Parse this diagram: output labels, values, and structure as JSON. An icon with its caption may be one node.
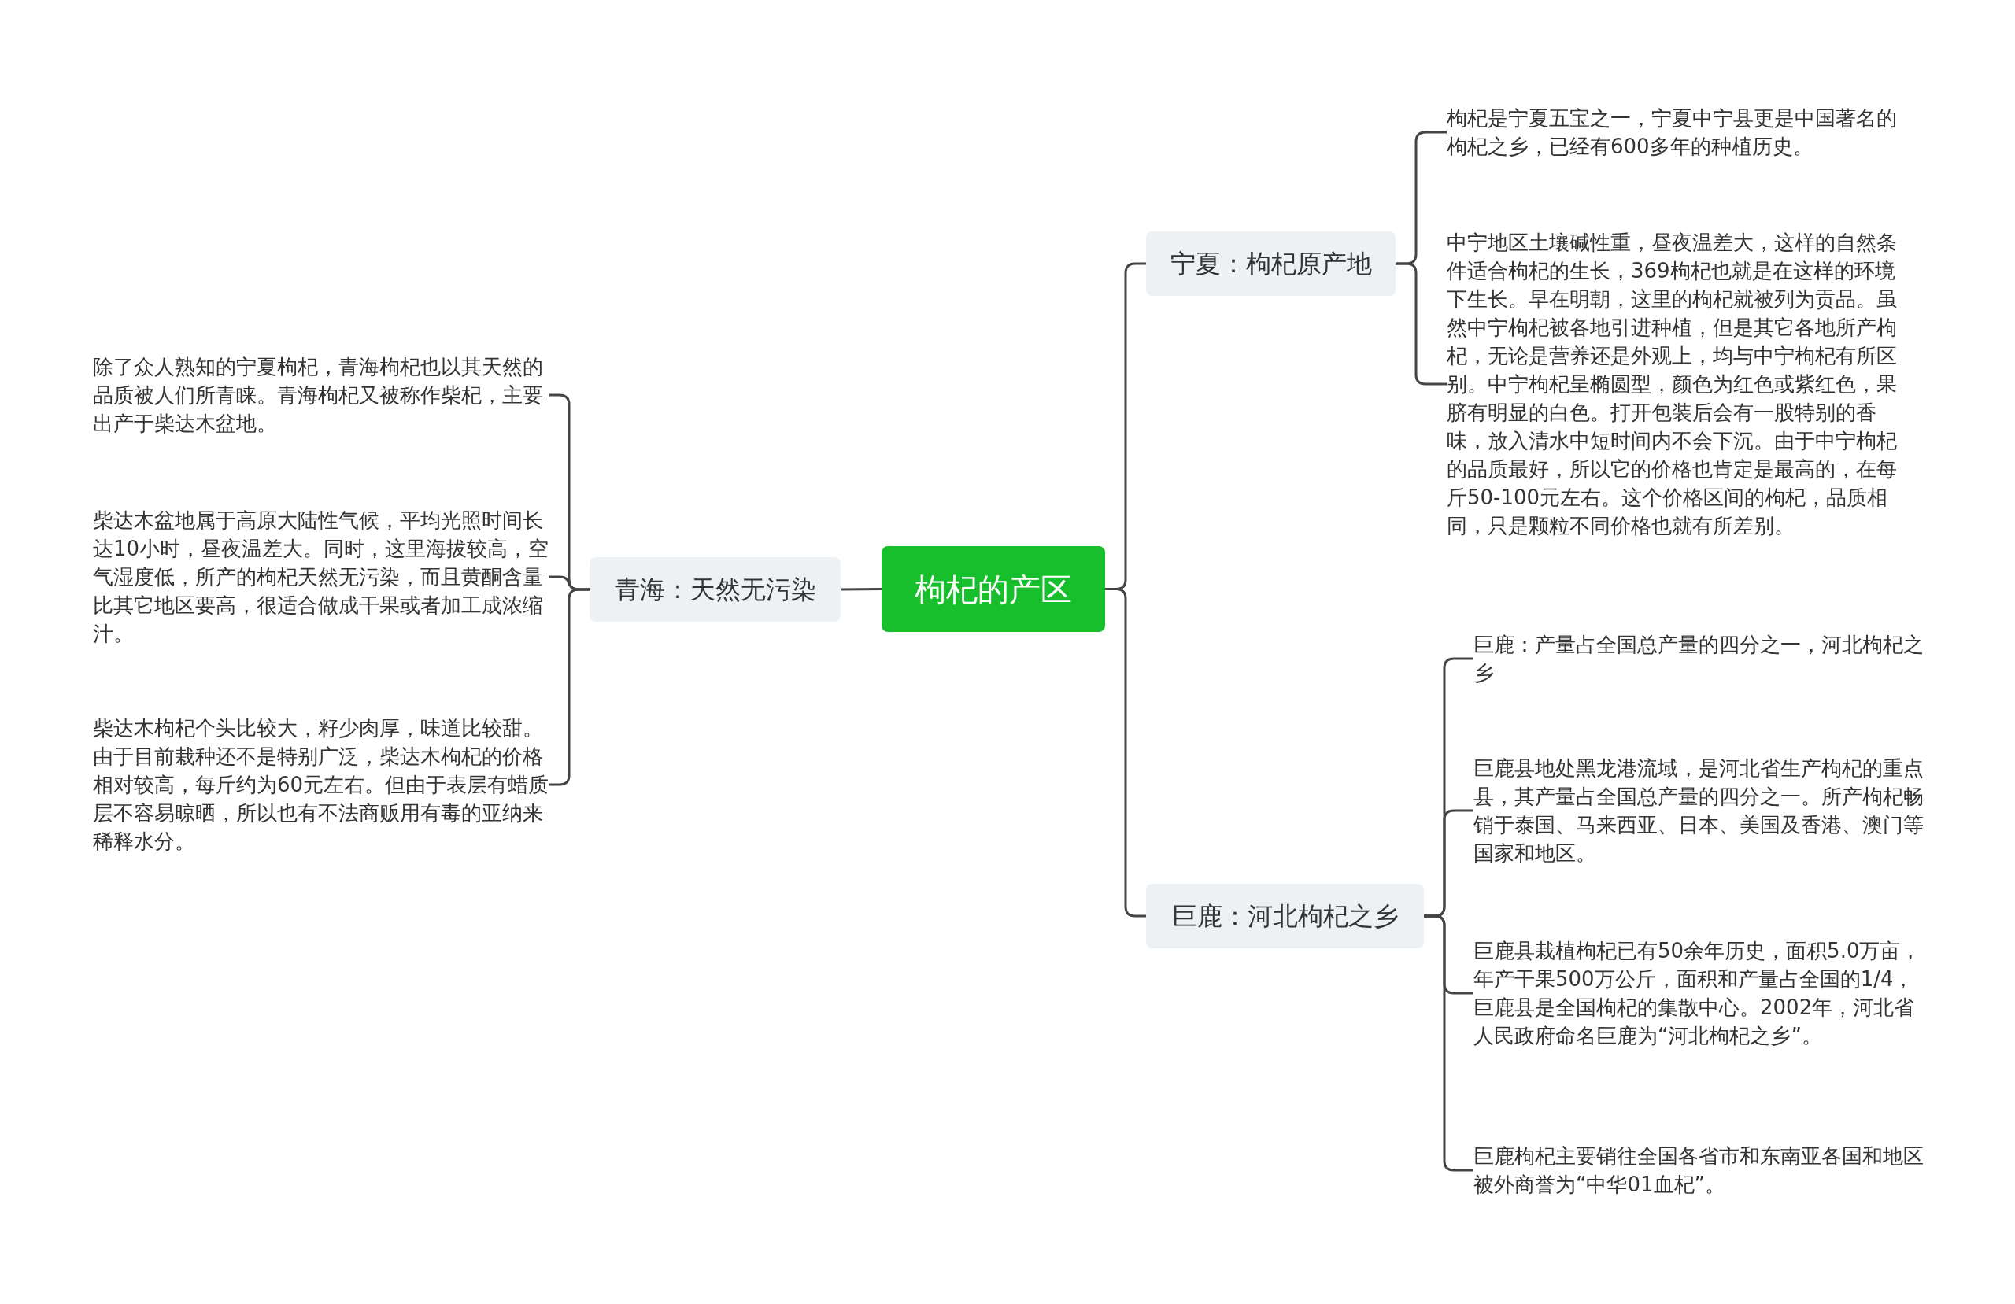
{
  "diagram": {
    "nodes": [
      {
        "text": [
          "枸杞的产区"
        ]
      },
      {
        "text": [
          "宁夏：枸杞原产地"
        ]
      },
      {
        "text": [
          "枸杞是宁夏五宝之一，宁夏中宁县更是中国著名的枸杞之乡，已经有600多年的种植历史。"
        ]
      },
      {
        "text": [
          "中宁地区土壤碱性重，昼夜温差大，这样的自然条件适合枸杞的生长，369枸杞也就是在这样的环境下生长。早在明朝，这里的枸杞就被列为贡品。虽然中宁枸杞被各地引进种植，但是其它各地所产枸杞，无论是营养还是外观上，均与中宁枸杞有所区别。中宁枸杞呈椭圆型，颜色为红色或紫红色，果脐有明显的白色。打开包装后会有一股特别的香味，放入清水中短时间内不会下沉。由于中宁枸杞的品质最好，所以它的价格也肯定是最高的，在每斤50-100元左右。这个价格区间的枸杞，品质相同，只是颗粒不同价格也就有所差别。"
        ]
      },
      {
        "text": [
          "巨鹿：河北枸杞之乡"
        ]
      },
      {
        "text": [
          "巨鹿：产量占全国总产量的四分之一，河北枸杞之乡"
        ]
      },
      {
        "text": [
          "巨鹿县地处黑龙港流域，是河北省生产枸杞的重点县，其产量占全国总产量的四分之一。所产枸杞畅销于泰国、马来西亚、日本、美国及香港、澳门等国家和地区。"
        ]
      },
      {
        "text": [
          "巨鹿县栽植枸杞已有50余年历史，面积5.0万亩，年产干果500万公斤，面积和产量占全国的1/4，巨鹿县是全国枸杞的集散中心。2002年，河北省人民政府命名巨鹿为“河北枸杞之乡”。"
        ]
      },
      {
        "text": [
          "巨鹿枸杞主要销往全国各省市和东南亚各国和地区被外商誉为“中华01血杞”。"
        ]
      },
      {
        "text": [
          "青海：天然无污染"
        ]
      },
      {
        "text": [
          "除了众人熟知的宁夏枸杞，青海枸杞也以其天然的品质被人们所青睐。青海枸杞又被称作柴杞，主要出产于柴达木盆地。"
        ]
      },
      {
        "text": [
          "柴达木盆地属于高原大陆性气候，平均光照时间长达10小时，昼夜温差大。同时，这里海拔较高，空气湿度低，所产的枸杞天然无污染，而且黄酮含量比其它地区要高，很适合做成干果或者加工成浓缩汁。"
        ]
      },
      {
        "text": [
          "柴达木枸杞个头比较大，籽少肉厚，味道比较甜。由于目前栽种还不是特别广泛，柴达木枸杞的价格相对较高，每斤约为60元左右。但由于表层有蜡质层不容易晾晒，所以也有不法商贩用有毒的亚纳来稀释水分。"
        ]
      }
    ],
    "edges": [
      {
        "from": 0,
        "to": 1,
        "arrow": "none"
      },
      {
        "from": 1,
        "to": 2,
        "arrow": "none"
      },
      {
        "from": 1,
        "to": 3,
        "arrow": "none"
      },
      {
        "from": 0,
        "to": 4,
        "arrow": "none"
      },
      {
        "from": 4,
        "to": 5,
        "arrow": "none"
      },
      {
        "from": 4,
        "to": 6,
        "arrow": "none"
      },
      {
        "from": 4,
        "to": 7,
        "arrow": "none"
      },
      {
        "from": 4,
        "to": 8,
        "arrow": "none"
      },
      {
        "from": 0,
        "to": 9,
        "arrow": "none"
      },
      {
        "from": 9,
        "to": 10,
        "arrow": "none"
      },
      {
        "from": 9,
        "to": 11,
        "arrow": "none"
      },
      {
        "from": 9,
        "to": 12,
        "arrow": "none"
      }
    ]
  }
}
